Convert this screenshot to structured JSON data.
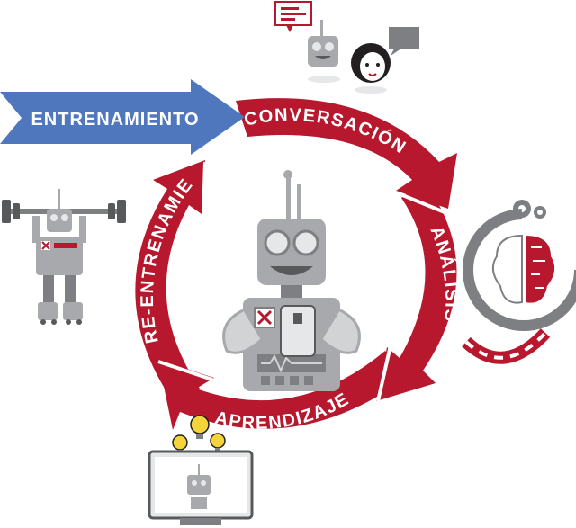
{
  "cycle": {
    "entry": {
      "label": "ENTRENAMIENTO"
    },
    "stages": [
      {
        "label": "CONVERSACIÓN"
      },
      {
        "label": "ANÁLISIS"
      },
      {
        "label": "APRENDIZAJE"
      },
      {
        "label": "RE-ENTRENAMIENTO"
      }
    ]
  },
  "colors": {
    "cycle_red": "#b7182d",
    "entry_blue": "#4f77be",
    "robot_grey": "#a7a9ac",
    "robot_dark": "#7d7f82",
    "robot_light": "#d1d3d4"
  },
  "icons": [
    "robot-main-icon",
    "robot-lifting-weights-icon",
    "robot-chat-icon",
    "woman-avatar-icon",
    "brain-gears-icon",
    "monitor-robot-icon",
    "lightbulbs-icon"
  ]
}
